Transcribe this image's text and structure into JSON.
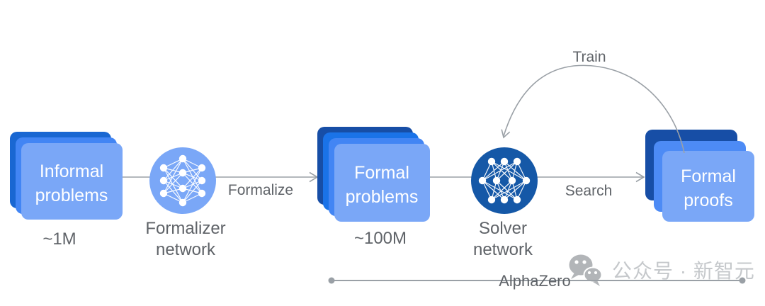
{
  "colors": {
    "connector": "#9aa0a6",
    "label_gray": "#5f6368",
    "card_front_light": "#7aa7f7",
    "card_mid_blue": "#4285f4",
    "card_bright_blue": "#1a73e8",
    "card_navy": "#174ea6",
    "informal_back_blue": "#1967d2",
    "proofs_mid_blue": "#4d8bf5",
    "formalizer_circle_blue": "#7aa7f7",
    "solver_circle_blue": "#1558a7",
    "card_text": "#ffffff",
    "watermark_text_gray": "#c5c8cb",
    "watermark_icon_gray": "#b2b5b8"
  },
  "nodes": {
    "informal_problems": {
      "label_lines": [
        "Informal",
        "problems"
      ],
      "count": "~1M"
    },
    "formalizer_network": {
      "label_lines": [
        "Formalizer",
        "network"
      ],
      "icon": "neural-network-icon"
    },
    "formal_problems": {
      "label_lines": [
        "Formal",
        "problems"
      ],
      "count": "~100M"
    },
    "solver_network": {
      "label_lines": [
        "Solver",
        "network"
      ],
      "icon": "neural-network-icon"
    },
    "formal_proofs": {
      "label_lines": [
        "Formal",
        "proofs"
      ]
    }
  },
  "edges": {
    "formalize_label": "Formalize",
    "search_label": "Search",
    "train_label": "Train"
  },
  "footer": {
    "alphazero_label": "AlphaZero"
  },
  "watermark": {
    "text": "公众号 · 新智元",
    "icon": "wechat-icon"
  }
}
